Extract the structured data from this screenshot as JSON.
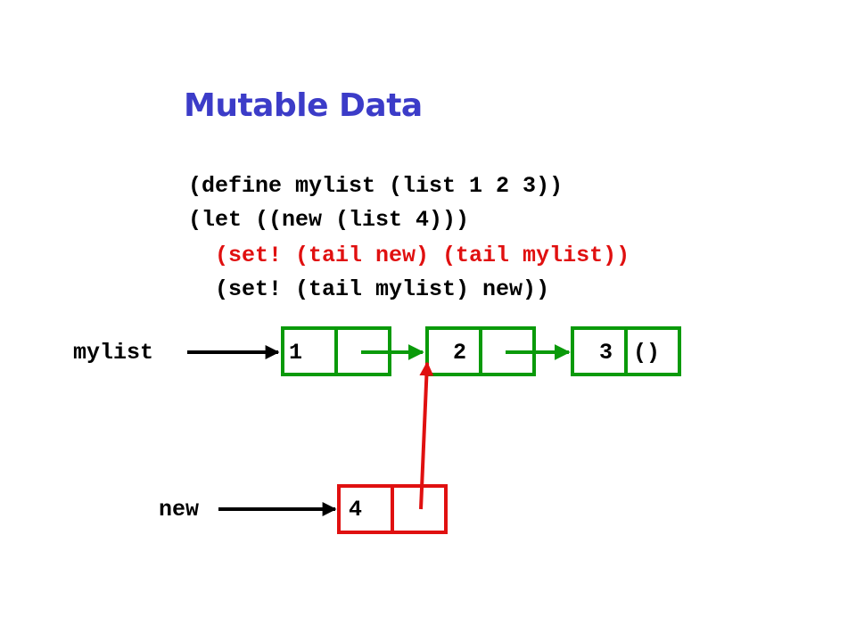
{
  "title": "Mutable Data",
  "colors": {
    "title": "#3c3cc8",
    "code_normal": "#000000",
    "code_highlight": "#e01010",
    "list_box": "#0a9a0a",
    "new_box": "#e01010",
    "pointer": "#000000",
    "new_pointer": "#e01010"
  },
  "code": {
    "lines": [
      {
        "text": "(define mylist (list 1 2 3))",
        "highlight": false
      },
      {
        "text": "(let ((new (list 4)))",
        "highlight": false
      },
      {
        "text": "  (set! (tail new) (tail mylist))",
        "highlight": true
      },
      {
        "text": "  (set! (tail mylist) new))",
        "highlight": false
      }
    ]
  },
  "diagram": {
    "mylist_label": "mylist",
    "new_label": "new",
    "mylist_cells": [
      {
        "head": "1",
        "tail": ""
      },
      {
        "head": "2",
        "tail": ""
      },
      {
        "head": "3",
        "tail": "()"
      }
    ],
    "new_cells": [
      {
        "head": "4",
        "tail": ""
      }
    ]
  }
}
